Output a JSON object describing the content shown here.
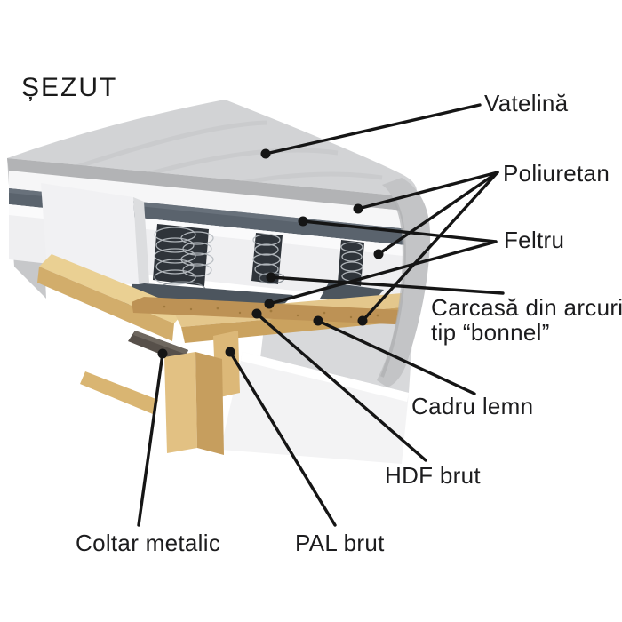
{
  "title": "ȘEZUT",
  "labels": {
    "vatelina": "Vatelină",
    "poliuretan": "Poliuretan",
    "feltru": "Feltru",
    "carcasa_line1": "Carcasă din arcuri",
    "carcasa_line2": "tip “bonnel”",
    "cadru": "Cadru lemn",
    "hdf": "HDF brut",
    "coltar": "Coltar metalic",
    "pal": "PAL brut"
  },
  "colors": {
    "background": "#ffffff",
    "callout_line": "#151515",
    "slab_gray": "#d2d3d5",
    "foam_white": "#f3f3f4",
    "felt_dark": "#59626c",
    "wood_tan": "#e6cb92",
    "hdf_brown": "#bd9255",
    "metal_dark": "#57504a"
  }
}
